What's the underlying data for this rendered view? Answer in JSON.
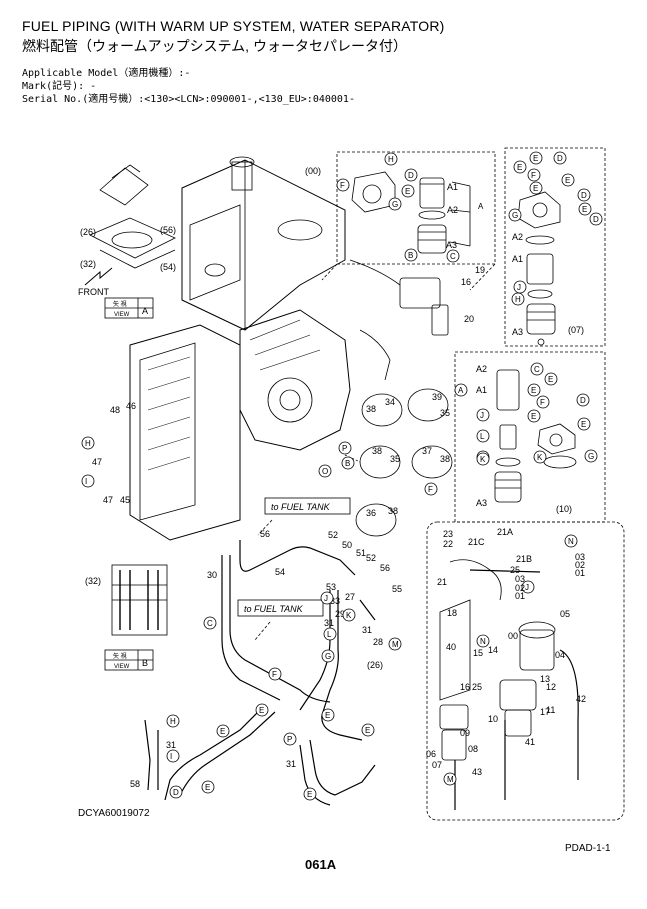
{
  "title_en": "FUEL PIPING (WITH WARM UP SYSTEM, WATER SEPARATOR)",
  "title_jp": "燃料配管（ウォームアップシステム, ウォータセパレータ付）",
  "meta": {
    "model": "Applicable Model（適用機種）:-",
    "mark": "Mark(記号): -",
    "serial": "Serial No.(適用号機）:<130><LCN>:090001-,<130_EU>:040001-"
  },
  "labels": {
    "front": "FRONT",
    "view_jp": "矢 視",
    "view": "VIEW",
    "view_a": "A",
    "view_b": "B",
    "to_fuel_tank": "to FUEL TANK"
  },
  "callouts": [
    "(00)",
    "H",
    "F",
    "D",
    "A1",
    "A2",
    "A3",
    "A",
    "E",
    "G",
    "B",
    "C",
    "19",
    "16",
    "20",
    "(07)",
    "(26)",
    "(56)",
    "(32)",
    "(54)",
    "(10)",
    "46",
    "48",
    "45",
    "47",
    "I",
    "J",
    "K",
    "L",
    "M",
    "N",
    "O",
    "P",
    "38",
    "34",
    "39",
    "35",
    "37",
    "36",
    "21A",
    "21B",
    "21C",
    "21",
    "22",
    "23",
    "25",
    "18",
    "03",
    "02",
    "01",
    "05",
    "04",
    "00",
    "14",
    "15",
    "13",
    "12",
    "11",
    "10",
    "09",
    "08",
    "07",
    "06",
    "17",
    "40",
    "41",
    "42",
    "43",
    "52",
    "50",
    "51",
    "53",
    "55",
    "56",
    "54",
    "30",
    "31",
    "29",
    "28",
    "27",
    "33",
    "58"
  ],
  "footer": {
    "code": "DCYA60019072",
    "page": "061A",
    "ref": "PDAD-1-1"
  }
}
